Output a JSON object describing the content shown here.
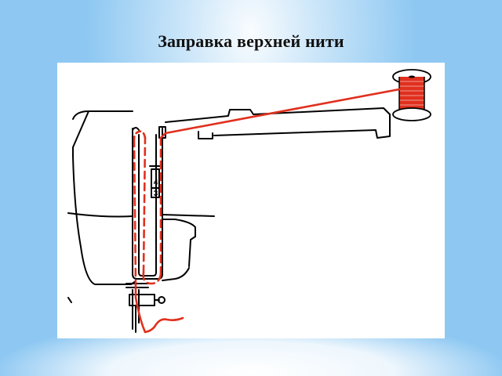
{
  "slide": {
    "title": "Заправка верхней нити"
  },
  "diagram": {
    "tension_marks": [
      "4",
      "3"
    ],
    "colors": {
      "thread": "#e0301e",
      "machine_outline": "#000000",
      "frame_background": "#ffffff"
    },
    "icons": [
      "sewing-machine-outline",
      "thread-spool",
      "needle"
    ]
  }
}
